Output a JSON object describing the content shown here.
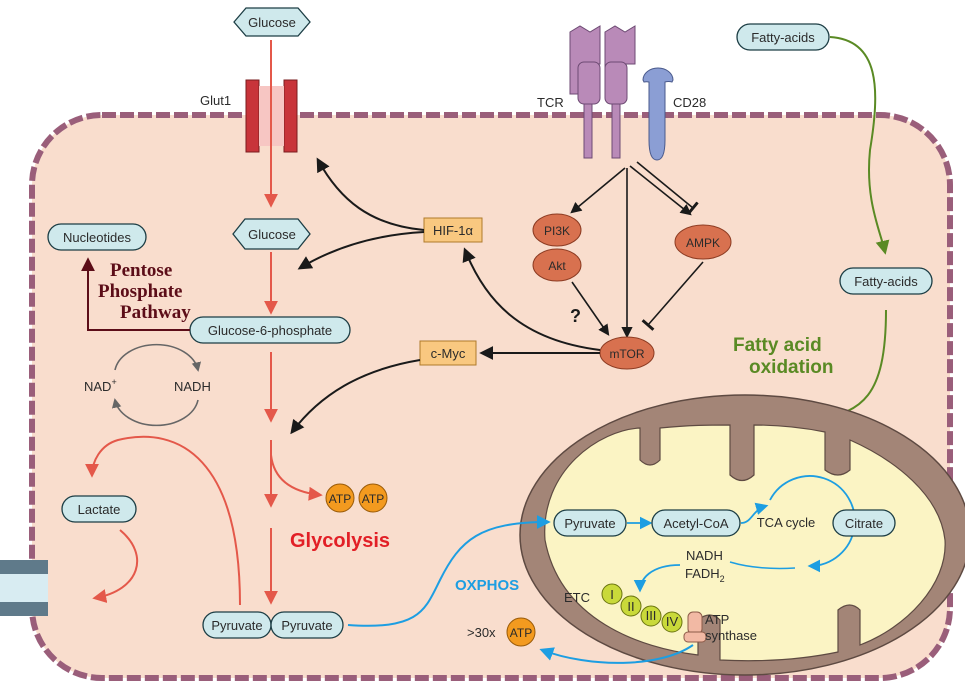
{
  "labels": {
    "glucose_outside": "Glucose",
    "glut1": "Glut1",
    "glucose_inside": "Glucose",
    "nucleotides": "Nucleotides",
    "pentose_line1": "Pentose",
    "pentose_line2": "Phosphate",
    "pentose_line3": "Pathway",
    "g6p": "Glucose-6-phosphate",
    "nad": "NAD",
    "nad_sup": "+",
    "nadh": "NADH",
    "lactate": "Lactate",
    "pyruvate_left": "Pyruvate",
    "pyruvate_right": "Pyruvate",
    "atp": "ATP",
    "glycolysis": "Glycolysis",
    "hif": "HIF-1α",
    "cmyc": "c-Myc",
    "tcr": "TCR",
    "cd28": "CD28",
    "pi3k": "PI3K",
    "akt": "Akt",
    "ampk": "AMPK",
    "mtor": "mTOR",
    "question": "?",
    "fatty_acids_outside": "Fatty-acids",
    "fatty_acids_inside": "Fatty-acids",
    "fao_line1": "Fatty acid",
    "fao_line2": "oxidation",
    "oxphos": "OXPHOS",
    "mito_pyruvate": "Pyruvate",
    "acetyl_coa": "Acetyl-CoA",
    "tca_cycle": "TCA cycle",
    "citrate": "Citrate",
    "nadh_mito": "NADH",
    "fadh": "FADH",
    "fadh_sub": "2",
    "etc": "ETC",
    "etc_1": "I",
    "etc_2": "II",
    "etc_3": "III",
    "etc_4": "IV",
    "atp_synthase_line1": "ATP",
    "atp_synthase_line2": "synthase",
    "atp_yield": ">30x",
    "atp_mito": "ATP"
  },
  "colors": {
    "cell_fill": "#f9ddcd",
    "membrane": "#9a5e7a",
    "glycolysis_arrow": "#e4584a",
    "signal_arrow": "#1a1a1a",
    "fatty_acid_arrow": "#5a8a24",
    "oxphos_arrow": "#1d9ee2",
    "ppp_arrow": "#5c0d18",
    "mito_outer": "#a38577",
    "mito_inner": "#fbf4c4"
  }
}
